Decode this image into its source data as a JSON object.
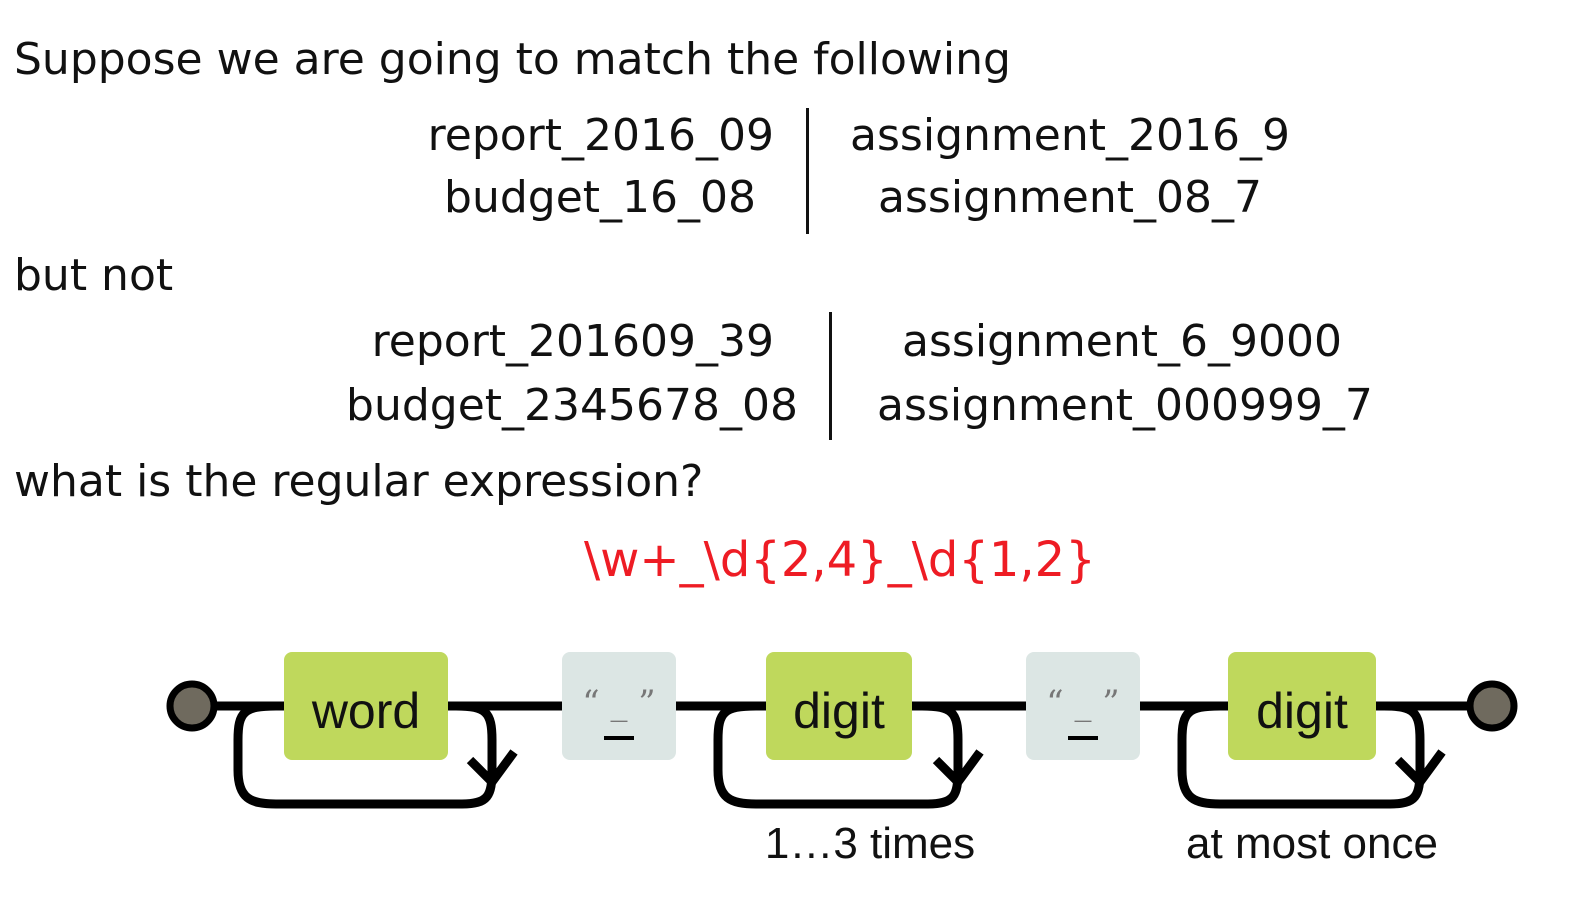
{
  "intro": "Suppose we are going to match the following",
  "match_examples": {
    "left": [
      "report_2016_09",
      "budget_16_08"
    ],
    "right": [
      "assignment_2016_9",
      "assignment_08_7"
    ]
  },
  "but_not": "but not",
  "nonmatch_examples": {
    "left": [
      "report_201609_39",
      "budget_2345678_08"
    ],
    "right": [
      "assignment_6_9000",
      "assignment_000999_7"
    ]
  },
  "question": "what is the regular expression?",
  "answer_regex": "\\w+_\\d{2,4}_\\d{1,2}",
  "railroad": {
    "nodes": [
      {
        "type": "class",
        "label": "word"
      },
      {
        "type": "literal",
        "label": "“ _ ”"
      },
      {
        "type": "class",
        "label": "digit"
      },
      {
        "type": "literal",
        "label": "“ _ ”"
      },
      {
        "type": "class",
        "label": "digit"
      }
    ],
    "loop_labels": [
      "1…3 times",
      "at most once"
    ],
    "colors": {
      "class_fill": "#bfd85c",
      "literal_fill": "#dce6e4",
      "terminal_fill": "#6f6a5e",
      "line": "#000000",
      "regex": "#ee1c24"
    }
  }
}
